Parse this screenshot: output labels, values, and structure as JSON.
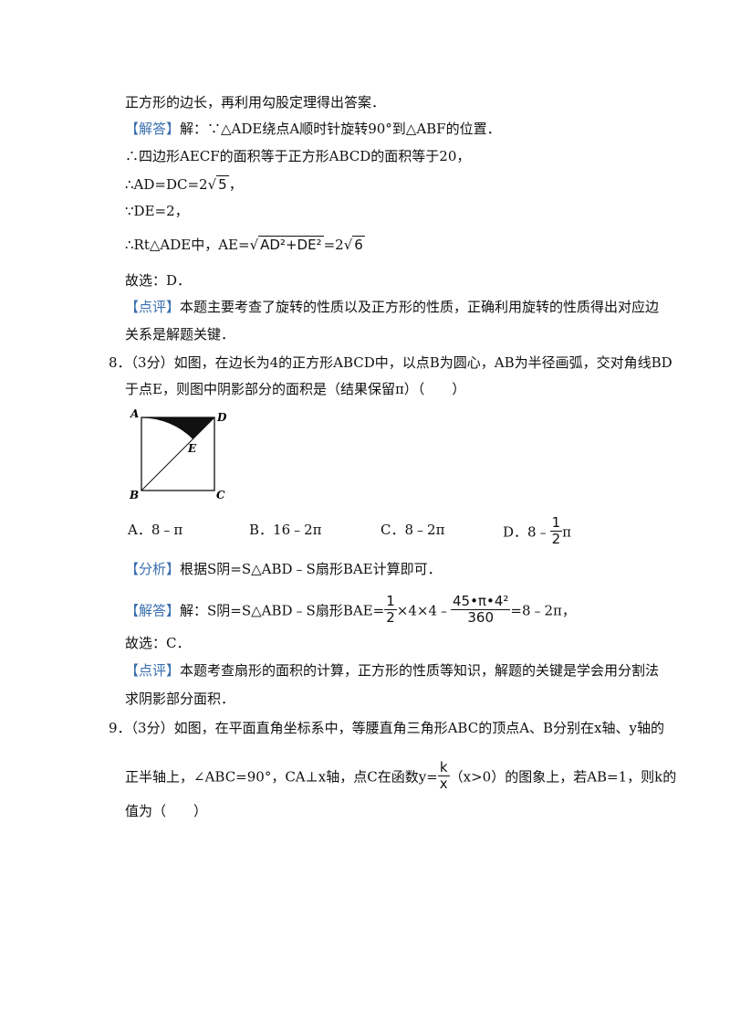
{
  "prev_q": {
    "line0": "正方形的边长，再利用勾股定理得出答案．",
    "answer_tag": "【解答】",
    "answer_text": "解：∵△ADE绕点A顺时针旋转90°到△ABF的位置．",
    "step1": "∴四边形AECF的面积等于正方形ABCD的面积等于20，",
    "step2_lhs": "∴AD=DC=2",
    "step2_rad": "5",
    "step2_tail": "，",
    "step3": "∵DE=2，",
    "step4_lhs": "∴Rt△ADE中，AE=",
    "step4_rad": "AD²+DE²",
    "step4_rhs": "=2",
    "step4_rad2": "6",
    "choose": "故选：D．",
    "review_tag": "【点评】",
    "review_1": "本题主要考查了旋转的性质以及正方形的性质，正确利用旋转的性质得出对应边",
    "review_2": "关系是解题关键．"
  },
  "q8": {
    "number": "8．",
    "stem_1": "（3分）如图，在边长为4的正方形ABCD中，以点B为圆心，AB为半径画弧，交对角线BD",
    "stem_2": "于点E，则图中阴影部分的面积是（结果保留π）（　　）",
    "figure_labels": {
      "a": "A",
      "b": "B",
      "c": "C",
      "d": "D",
      "e": "E"
    },
    "choices": {
      "a": "A．8﹣π",
      "b": "B．16﹣2π",
      "c": "C．8﹣2π",
      "d_prefix": "D．8﹣",
      "d_num": "1",
      "d_den": "2",
      "d_suffix": "π"
    },
    "analysis_tag": "【分析】",
    "analysis_text": "根据S阴=S△ABD﹣S扇形BAE计算即可．",
    "answer_tag": "【解答】",
    "answer_prefix": "解：S阴=S△ABD﹣S扇形BAE=",
    "answer_f1_num": "1",
    "answer_f1_den": "2",
    "answer_mid": "×4×4﹣",
    "answer_f2_num": "45•π•4²",
    "answer_f2_den": "360",
    "answer_suffix": "=8﹣2π，",
    "choose": "故选：C．",
    "review_tag": "【点评】",
    "review_1": "本题考查扇形的面积的计算，正方形的性质等知识，解题的关键是学会用分割法",
    "review_2": "求阴影部分面积．"
  },
  "q9": {
    "number": "9．",
    "stem_1": "（3分）如图，在平面直角坐标系中，等腰直角三角形ABC的顶点A、B分别在x轴、y轴的",
    "stem_2_prefix": "正半轴上，∠ABC=90°，CA⊥x轴，点C在函数y=",
    "stem_2_num": "k",
    "stem_2_den": "x",
    "stem_2_suffix": "（x>0）的图象上，若AB=1，则k的",
    "stem_3": "值为（　　）"
  }
}
